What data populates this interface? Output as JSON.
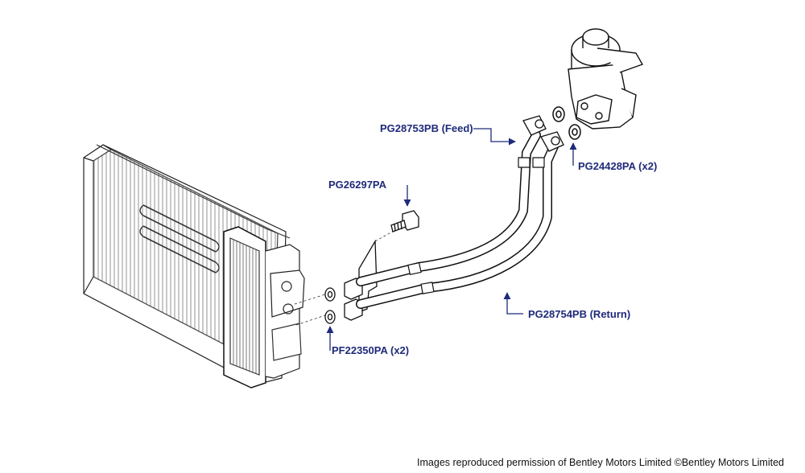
{
  "labels": {
    "feed": "PG28753PB (Feed)",
    "seal": "PG24428PA (x2)",
    "bolt": "PG26297PA",
    "return": "PG28754PB (Return)",
    "washer": "PF22350PA (x2)"
  },
  "credit": "Images reproduced permission of Bentley Motors Limited ©Bentley Motors Limited",
  "colors": {
    "label": "#1f2a7a",
    "line": "#111111"
  }
}
